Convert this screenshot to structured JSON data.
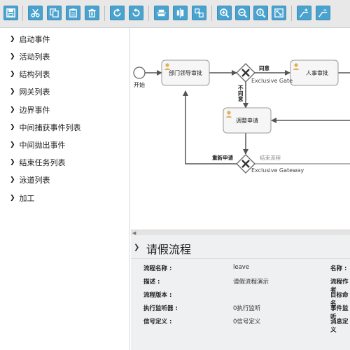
{
  "toolbar": {
    "buttons": [
      {
        "icon": "save-icon"
      },
      {
        "icon": "cut-icon"
      },
      {
        "icon": "copy-icon"
      },
      {
        "icon": "paste-icon"
      },
      {
        "icon": "delete-icon"
      },
      {
        "icon": "redo-icon"
      },
      {
        "icon": "undo-icon"
      },
      {
        "icon": "align-horizontal-icon"
      },
      {
        "icon": "align-vertical-icon"
      },
      {
        "icon": "same-size-icon"
      },
      {
        "icon": "zoom-in-icon"
      },
      {
        "icon": "zoom-out-icon"
      },
      {
        "icon": "zoom-actual-icon"
      },
      {
        "icon": "zoom-fit-icon"
      },
      {
        "icon": "add-bendpoint-icon"
      },
      {
        "icon": "remove-bendpoint-icon"
      }
    ]
  },
  "sidebar": {
    "items": [
      {
        "label": "启动事件"
      },
      {
        "label": "活动列表"
      },
      {
        "label": "结构列表"
      },
      {
        "label": "网关列表"
      },
      {
        "label": "边界事件"
      },
      {
        "label": "中间捕获事件列表"
      },
      {
        "label": "中间抛出事件"
      },
      {
        "label": "结束任务列表"
      },
      {
        "label": "泳道列表"
      },
      {
        "label": "加工"
      }
    ]
  },
  "diagram": {
    "start_label": "开始",
    "task_dept": "部门领导审批",
    "task_hr": "人事审批",
    "task_adjust": "调整申请",
    "gateway1_label": "Exclusive Gate",
    "gateway2_label": "Exclusive Gateway",
    "flow_agree": "同意",
    "flow_disagree": "不同意",
    "flow_reapply": "重新申请",
    "flow_end": "结束流程"
  },
  "properties": {
    "title": "请假流程",
    "rows": [
      {
        "label": "流程名称 :",
        "value": "leave",
        "label2": "名称 :"
      },
      {
        "label": "描述 :",
        "value": "请假流程演示",
        "label2": "流程作者"
      },
      {
        "label": "流程版本 :",
        "value": "",
        "label2": "目标命名"
      },
      {
        "label": "执行监听器 :",
        "value": "0执行监听",
        "label2": "事件监听"
      },
      {
        "label": "信号定义 :",
        "value": "0信号定义",
        "label2": "消息定义"
      }
    ]
  },
  "colors": {
    "toolbar_button": "#4aa3cf",
    "task_fill": "#f6f6f6",
    "task_stroke": "#9a9a9a",
    "flow_line": "#555555"
  }
}
